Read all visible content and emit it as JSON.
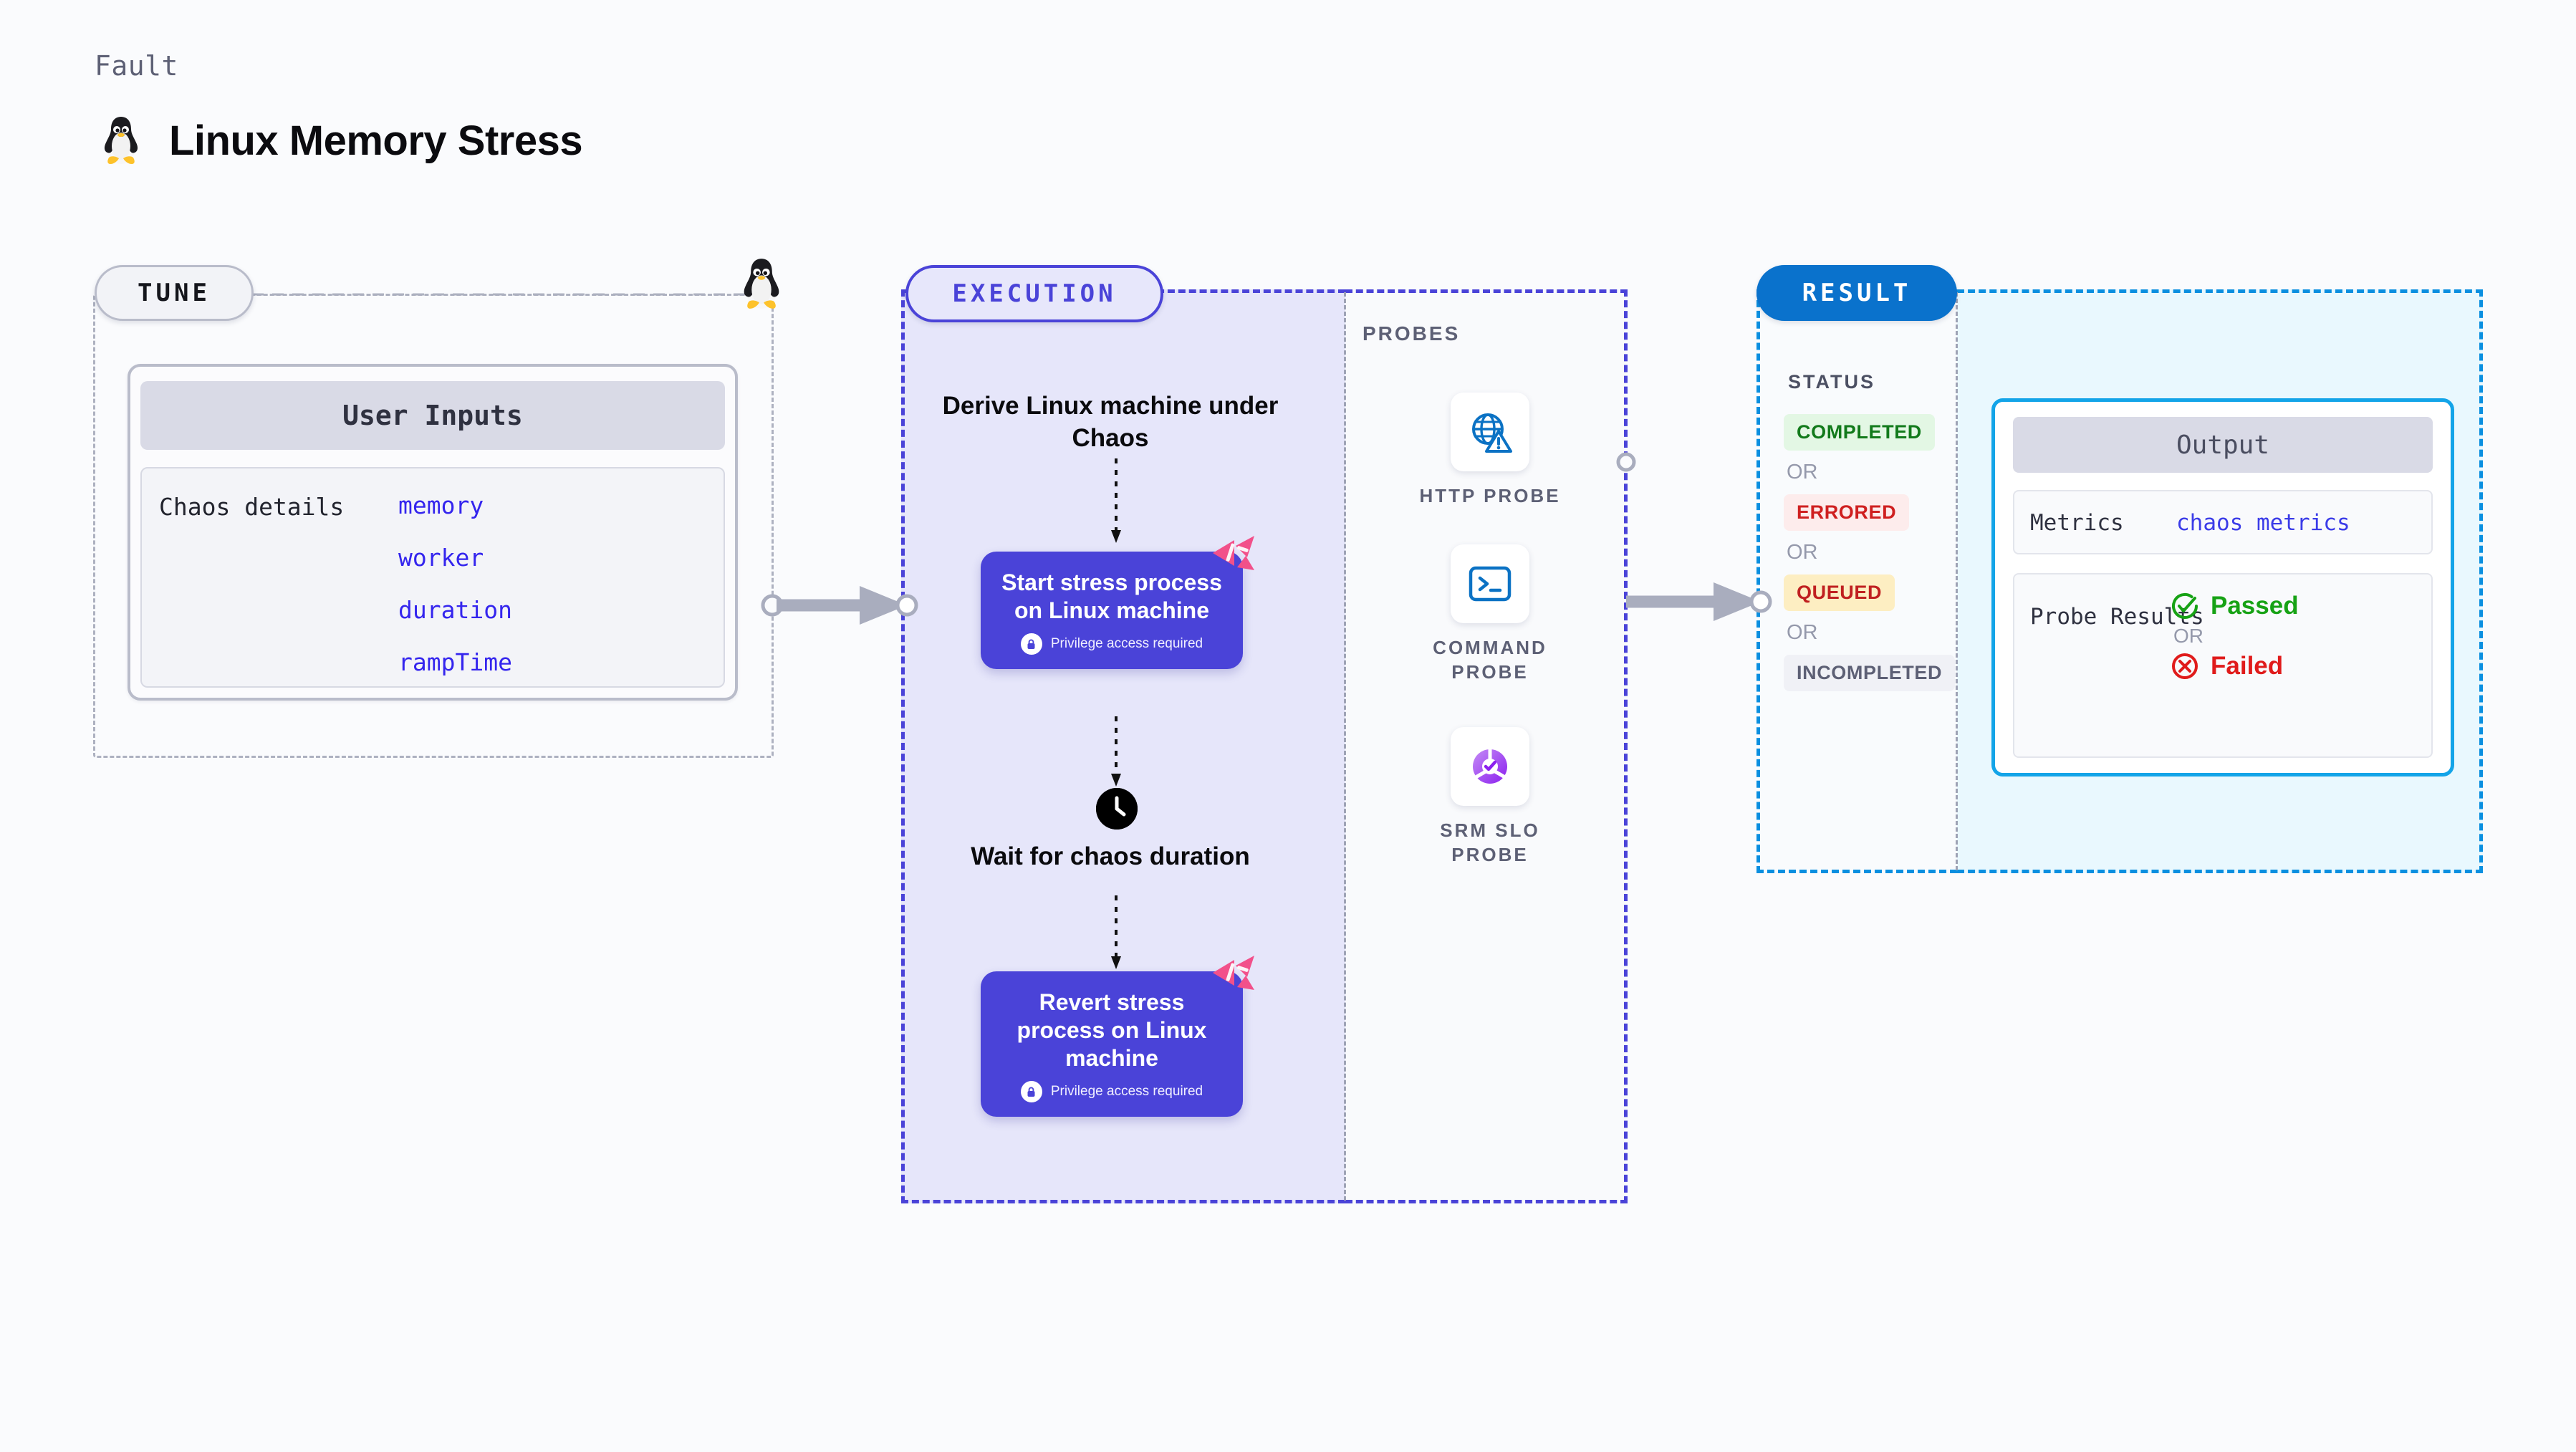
{
  "header": {
    "kicker": "Fault",
    "title": "Linux Memory Stress",
    "logo_icon": "linux-tux-icon"
  },
  "tune": {
    "pill_label": "TUNE",
    "marker_icon": "linux-tux-icon",
    "user_inputs_header": "User Inputs",
    "chaos_details_label": "Chaos details",
    "params": [
      "memory",
      "worker",
      "duration",
      "rampTime"
    ]
  },
  "execution": {
    "pill_label": "EXECUTION",
    "steps": [
      {
        "kind": "text",
        "title": "Derive Linux machine under Chaos"
      },
      {
        "kind": "card",
        "title": "Start stress process on Linux machine",
        "note": "Privilege access required",
        "note_icon": "lock-icon",
        "badge_icon": "harness-logo-icon"
      },
      {
        "kind": "text",
        "title": "Wait for chaos duration",
        "icon": "clock-icon"
      },
      {
        "kind": "card",
        "title": "Revert stress process on Linux machine",
        "note": "Privilege access required",
        "note_icon": "lock-icon",
        "badge_icon": "harness-logo-icon"
      }
    ]
  },
  "probes": {
    "label": "PROBES",
    "items": [
      {
        "name": "HTTP PROBE",
        "icon": "globe-warning-icon"
      },
      {
        "name": "COMMAND PROBE",
        "icon": "terminal-icon"
      },
      {
        "name": "SRM SLO PROBE",
        "icon": "slo-donut-check-icon"
      }
    ]
  },
  "result": {
    "pill_label": "RESULT",
    "status_label": "STATUS",
    "or_label": "OR",
    "statuses": [
      "COMPLETED",
      "ERRORED",
      "QUEUED",
      "INCOMPLETED"
    ]
  },
  "output": {
    "header": "Output",
    "metrics_label": "Metrics",
    "metrics_value": "chaos metrics",
    "probe_results_label": "Probe Results",
    "or_label": "OR",
    "passed_label": "Passed",
    "passed_icon": "check-circle-icon",
    "failed_label": "Failed",
    "failed_icon": "x-circle-icon"
  },
  "colors": {
    "canvas": "#fafbfd",
    "execution_accent": "#4a43d8",
    "execution_bg": "#e6e6fa",
    "result_accent": "#0a8fe0",
    "result_pill": "#0a72cc",
    "output_bg": "#e9f8fe",
    "param_text": "#3425ee",
    "passed": "#17a215",
    "failed": "#e01b1b",
    "badge_pink": "#f2508a"
  }
}
